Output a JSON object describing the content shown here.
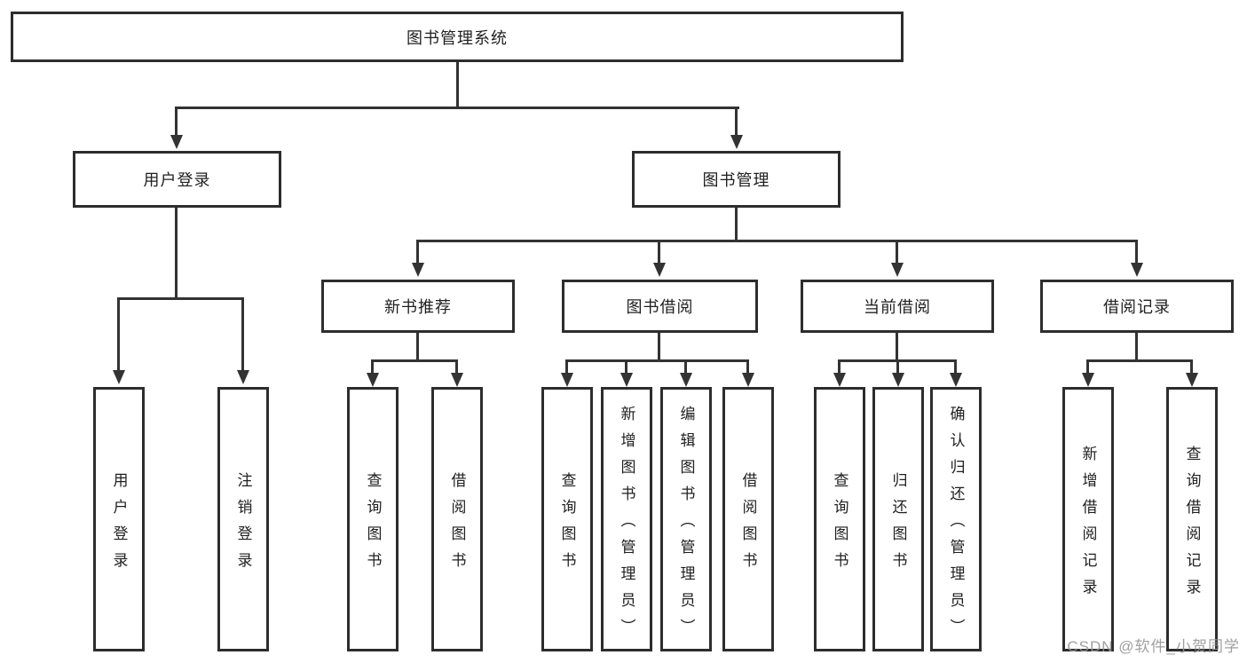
{
  "colors": {
    "background": "#ffffff",
    "box_border": "#2d2d2d",
    "box_fill": "#ffffff",
    "connector_line": "#333333",
    "text": "#1f1f1f",
    "watermark": "#969696"
  },
  "tree": {
    "root": "图书管理系统",
    "children": [
      {
        "label": "用户登录",
        "children": [
          {
            "label": "用户登录"
          },
          {
            "label": "注销登录"
          }
        ]
      },
      {
        "label": "图书管理",
        "children": [
          {
            "label": "新书推荐",
            "children": [
              {
                "label": "查询图书"
              },
              {
                "label": "借阅图书"
              }
            ]
          },
          {
            "label": "图书借阅",
            "children": [
              {
                "label": "查询图书"
              },
              {
                "label": "新增图书（管理员）"
              },
              {
                "label": "编辑图书（管理员）"
              },
              {
                "label": "借阅图书"
              }
            ]
          },
          {
            "label": "当前借阅",
            "children": [
              {
                "label": "查询图书"
              },
              {
                "label": "归还图书"
              },
              {
                "label": "确认归还（管理员）"
              }
            ]
          },
          {
            "label": "借阅记录",
            "children": [
              {
                "label": "新增借阅记录"
              },
              {
                "label": "查询借阅记录"
              }
            ]
          }
        ]
      }
    ]
  },
  "watermark": {
    "text": "CSDN @软件_小贺同学"
  }
}
